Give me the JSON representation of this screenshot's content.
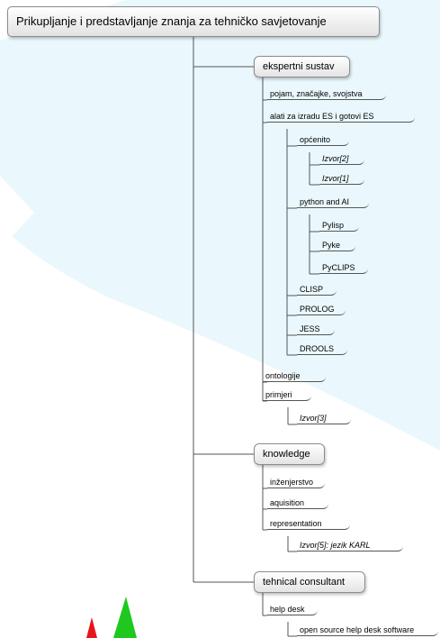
{
  "root": "Prikupljanje i predstavljanje znanja za tehničko savjetovanje",
  "branches": {
    "expert": {
      "title": "ekspertni sustav",
      "pojam": "pojam, značajke, svojstva",
      "alati": "alati za izradu ES i  gotovi ES",
      "opcenito": "općenito",
      "izvor2": "Izvor[2]",
      "izvor1": "Izvor[1]",
      "python": "python and AI",
      "pylisp": "Pylisp",
      "pyke": "Pyke",
      "pyclips": "PyCLIPS",
      "clisp": "CLISP",
      "prolog": "PROLOG",
      "jess": "JESS",
      "drools": "DROOLS",
      "ontologije": "ontologije",
      "primjeri": "primjeri",
      "izvor3": "Izvor[3]"
    },
    "knowledge": {
      "title": "knowledge",
      "inzenjerstvo": "inženjerstvo",
      "aquisition": "aquisition",
      "representation": "representation",
      "izvor5": "Izvor[5]: jezik KARL"
    },
    "consultant": {
      "title": "tehnical consultant",
      "helpdesk": "help desk",
      "opensource": "open source help desk software"
    }
  },
  "colors": {
    "line": "#555555",
    "node_border": "#8c8c8c",
    "watermark": "#cfeefa",
    "cone_red": "#e8141c",
    "cone_green": "#1ec81e"
  }
}
